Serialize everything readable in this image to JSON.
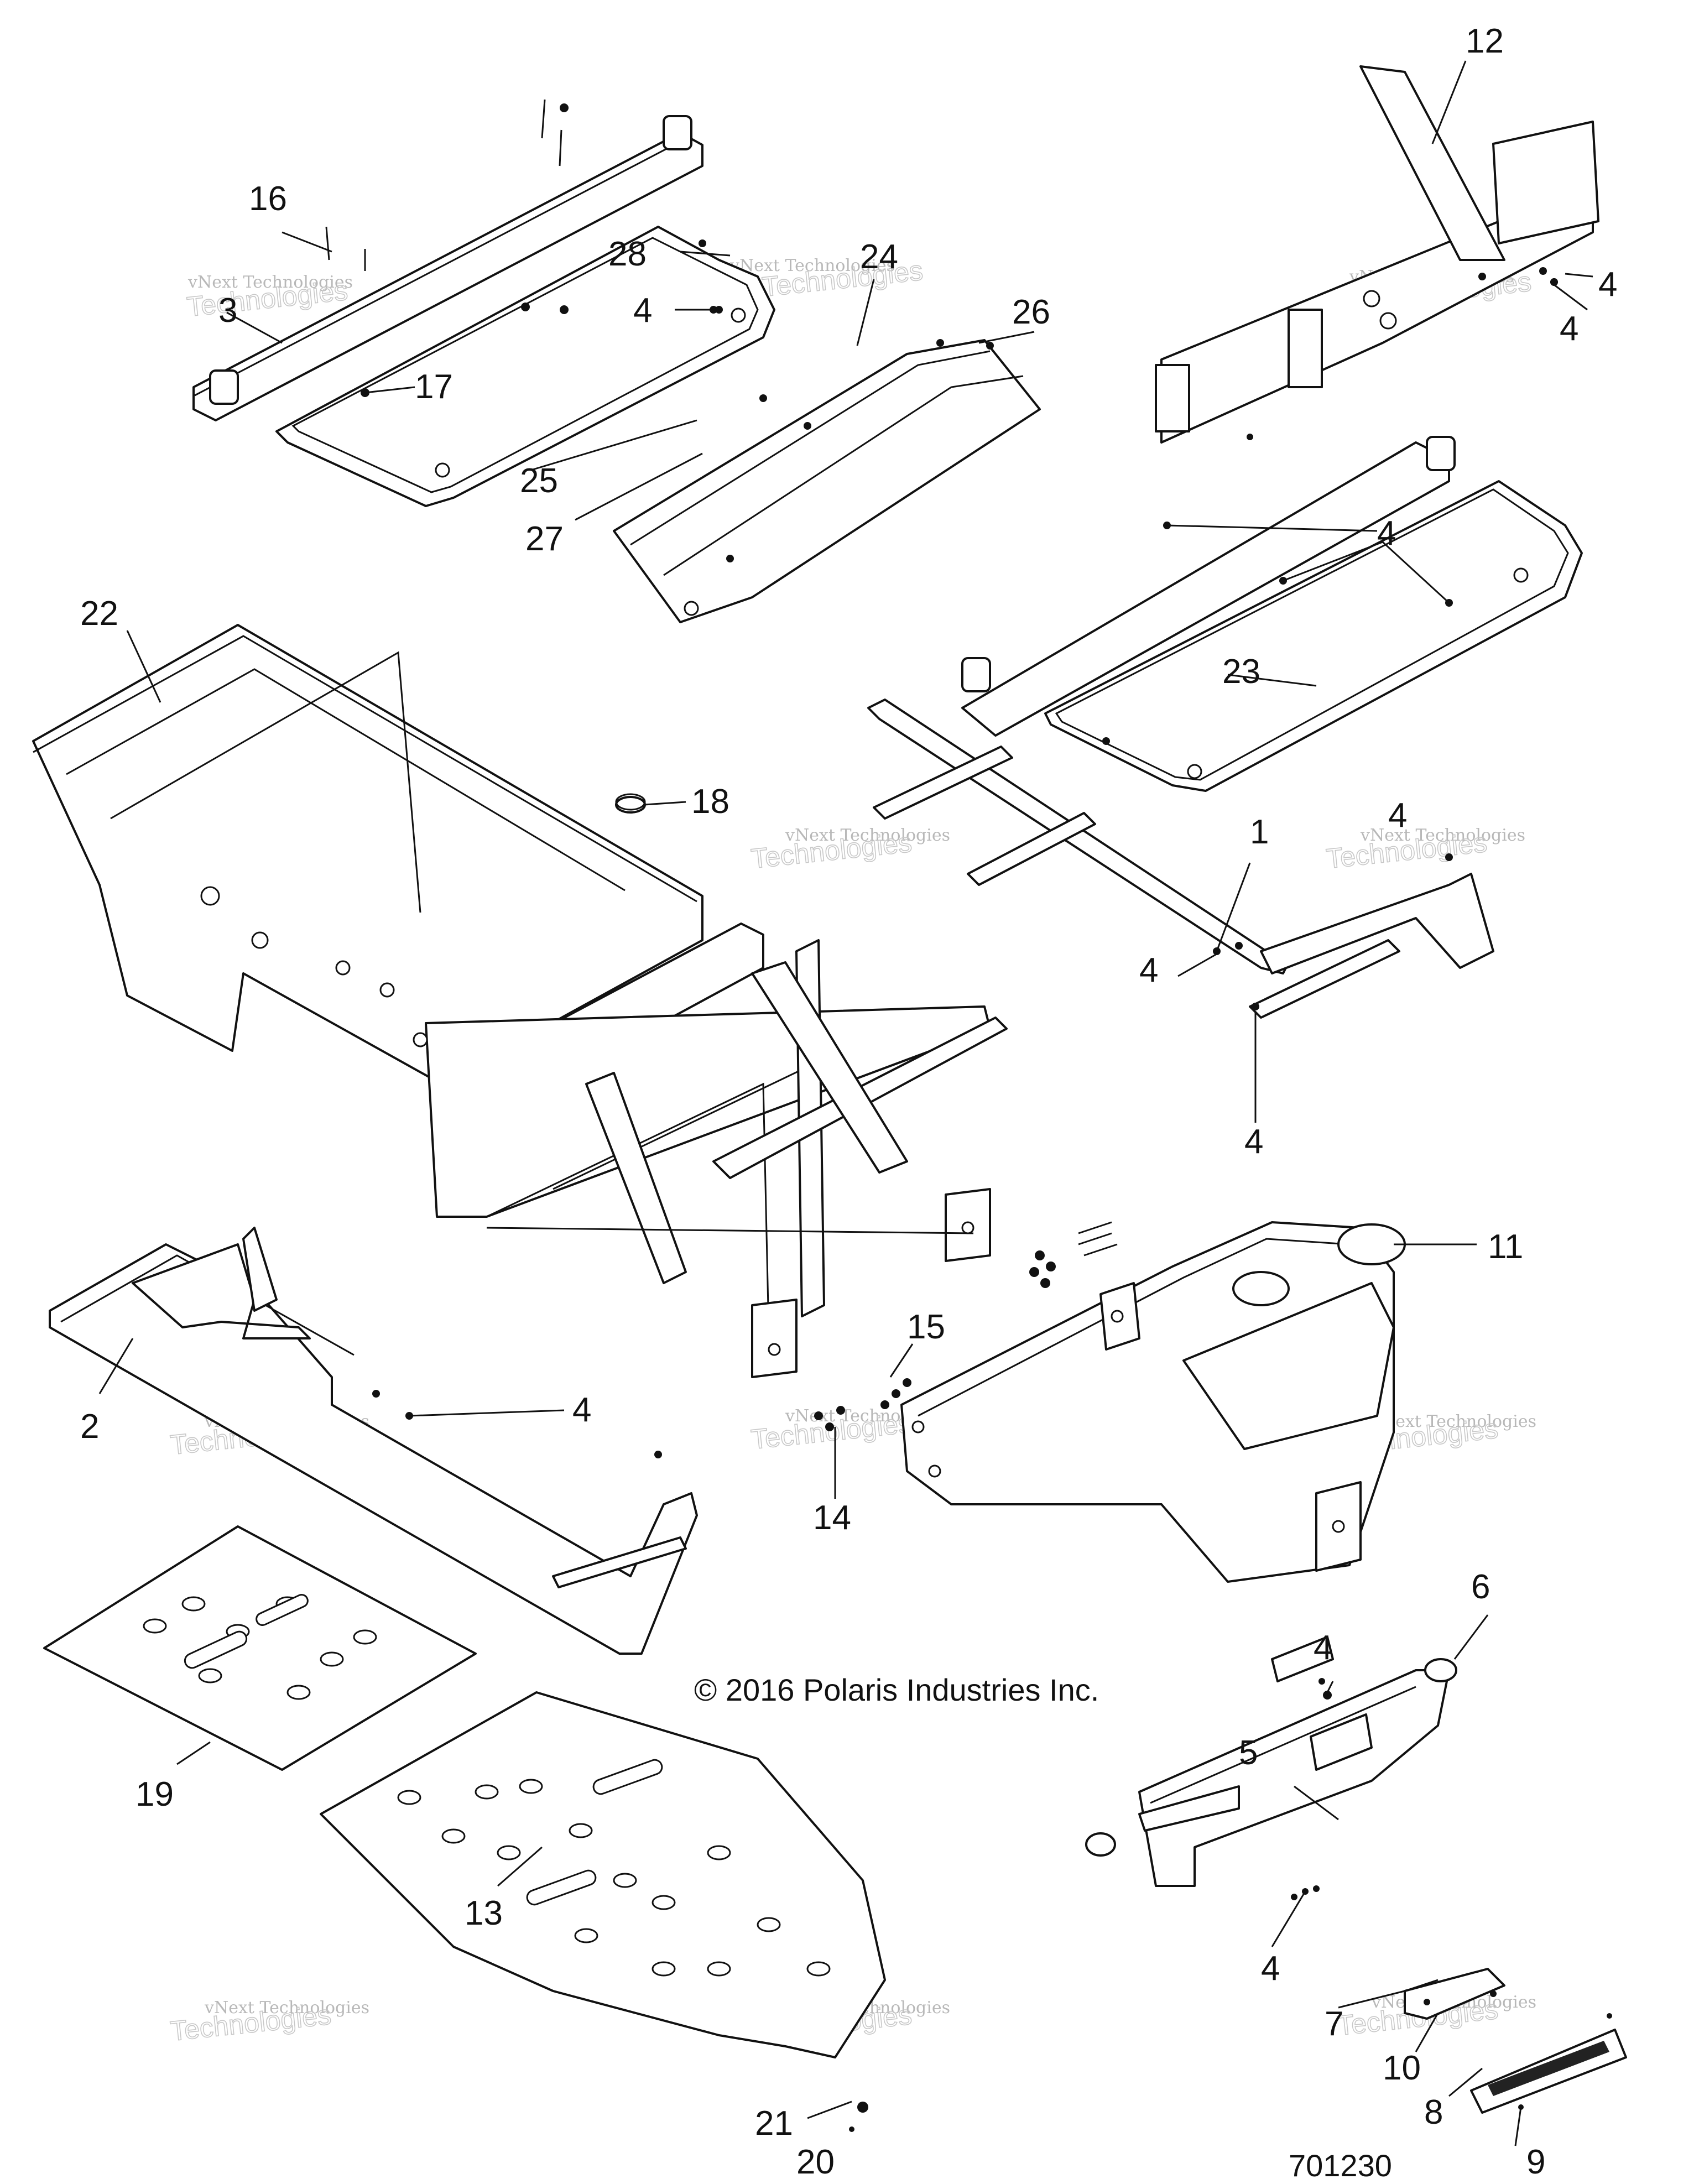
{
  "diagram": {
    "copyright": "© 2016 Polaris Industries Inc.",
    "drawing_number": "701230",
    "watermark_line1": "vNext Technologies",
    "watermark_line2": "Technologies",
    "callouts": [
      {
        "id": "12",
        "text": "12"
      },
      {
        "id": "16",
        "text": "16"
      },
      {
        "id": "28",
        "text": "28"
      },
      {
        "id": "24",
        "text": "24"
      },
      {
        "id": "4a",
        "text": "4"
      },
      {
        "id": "4b",
        "text": "4"
      },
      {
        "id": "4c",
        "text": "4"
      },
      {
        "id": "3",
        "text": "3"
      },
      {
        "id": "26",
        "text": "26"
      },
      {
        "id": "17",
        "text": "17"
      },
      {
        "id": "25",
        "text": "25"
      },
      {
        "id": "27",
        "text": "27"
      },
      {
        "id": "4d",
        "text": "4"
      },
      {
        "id": "22",
        "text": "22"
      },
      {
        "id": "23",
        "text": "23"
      },
      {
        "id": "18",
        "text": "18"
      },
      {
        "id": "1",
        "text": "1"
      },
      {
        "id": "4e",
        "text": "4"
      },
      {
        "id": "4f",
        "text": "4"
      },
      {
        "id": "4g",
        "text": "4"
      },
      {
        "id": "11",
        "text": "11"
      },
      {
        "id": "15",
        "text": "15"
      },
      {
        "id": "2",
        "text": "2"
      },
      {
        "id": "4h",
        "text": "4"
      },
      {
        "id": "14",
        "text": "14"
      },
      {
        "id": "6",
        "text": "6"
      },
      {
        "id": "4i",
        "text": "4"
      },
      {
        "id": "5",
        "text": "5"
      },
      {
        "id": "19",
        "text": "19"
      },
      {
        "id": "13",
        "text": "13"
      },
      {
        "id": "4j",
        "text": "4"
      },
      {
        "id": "7",
        "text": "7"
      },
      {
        "id": "10",
        "text": "10"
      },
      {
        "id": "21",
        "text": "21"
      },
      {
        "id": "8",
        "text": "8"
      },
      {
        "id": "20",
        "text": "20"
      },
      {
        "id": "9",
        "text": "9"
      }
    ]
  }
}
